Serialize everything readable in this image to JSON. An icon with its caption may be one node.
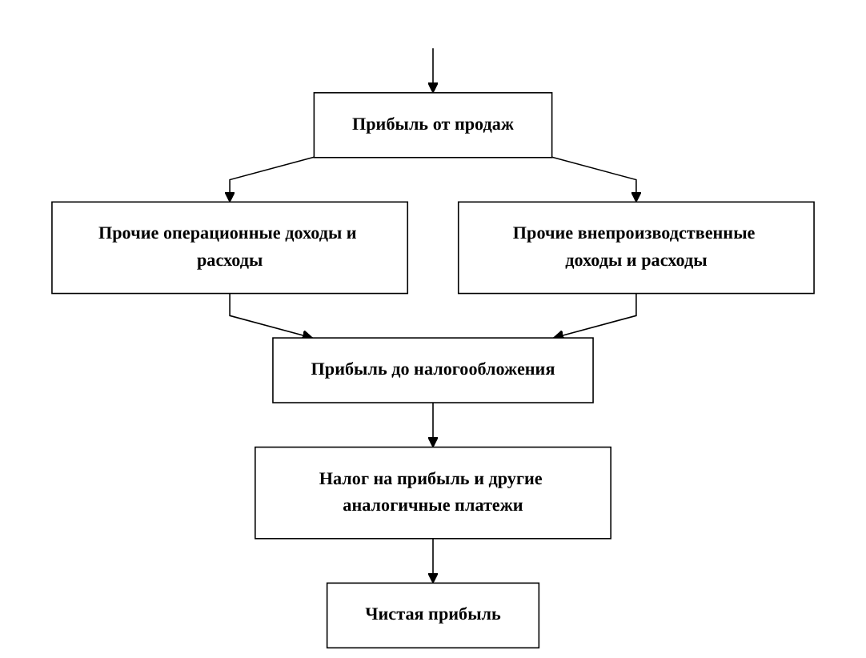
{
  "diagram": {
    "nodes": [
      {
        "text": [
          "Прибыль от продаж"
        ]
      },
      {
        "text": [
          "Прочие операционные доходы и расходы"
        ]
      },
      {
        "text": [
          "Прочие внепроизводственные доходы и расходы"
        ]
      },
      {
        "text": [
          "Прибыль до налогообложения"
        ]
      },
      {
        "text": [
          "Налог на прибыль и другие аналогичные платежи"
        ]
      },
      {
        "text": [
          "Чистая прибыль"
        ]
      }
    ],
    "edges": [
      {
        "from": null,
        "to": 0,
        "arrow": "to"
      },
      {
        "from": 0,
        "to": 1,
        "arrow": "to"
      },
      {
        "from": 0,
        "to": 2,
        "arrow": "to"
      },
      {
        "from": 1,
        "to": 3,
        "arrow": "to"
      },
      {
        "from": 2,
        "to": 3,
        "arrow": "to"
      },
      {
        "from": 3,
        "to": 4,
        "arrow": "to"
      },
      {
        "from": 4,
        "to": 5,
        "arrow": "to"
      }
    ]
  }
}
